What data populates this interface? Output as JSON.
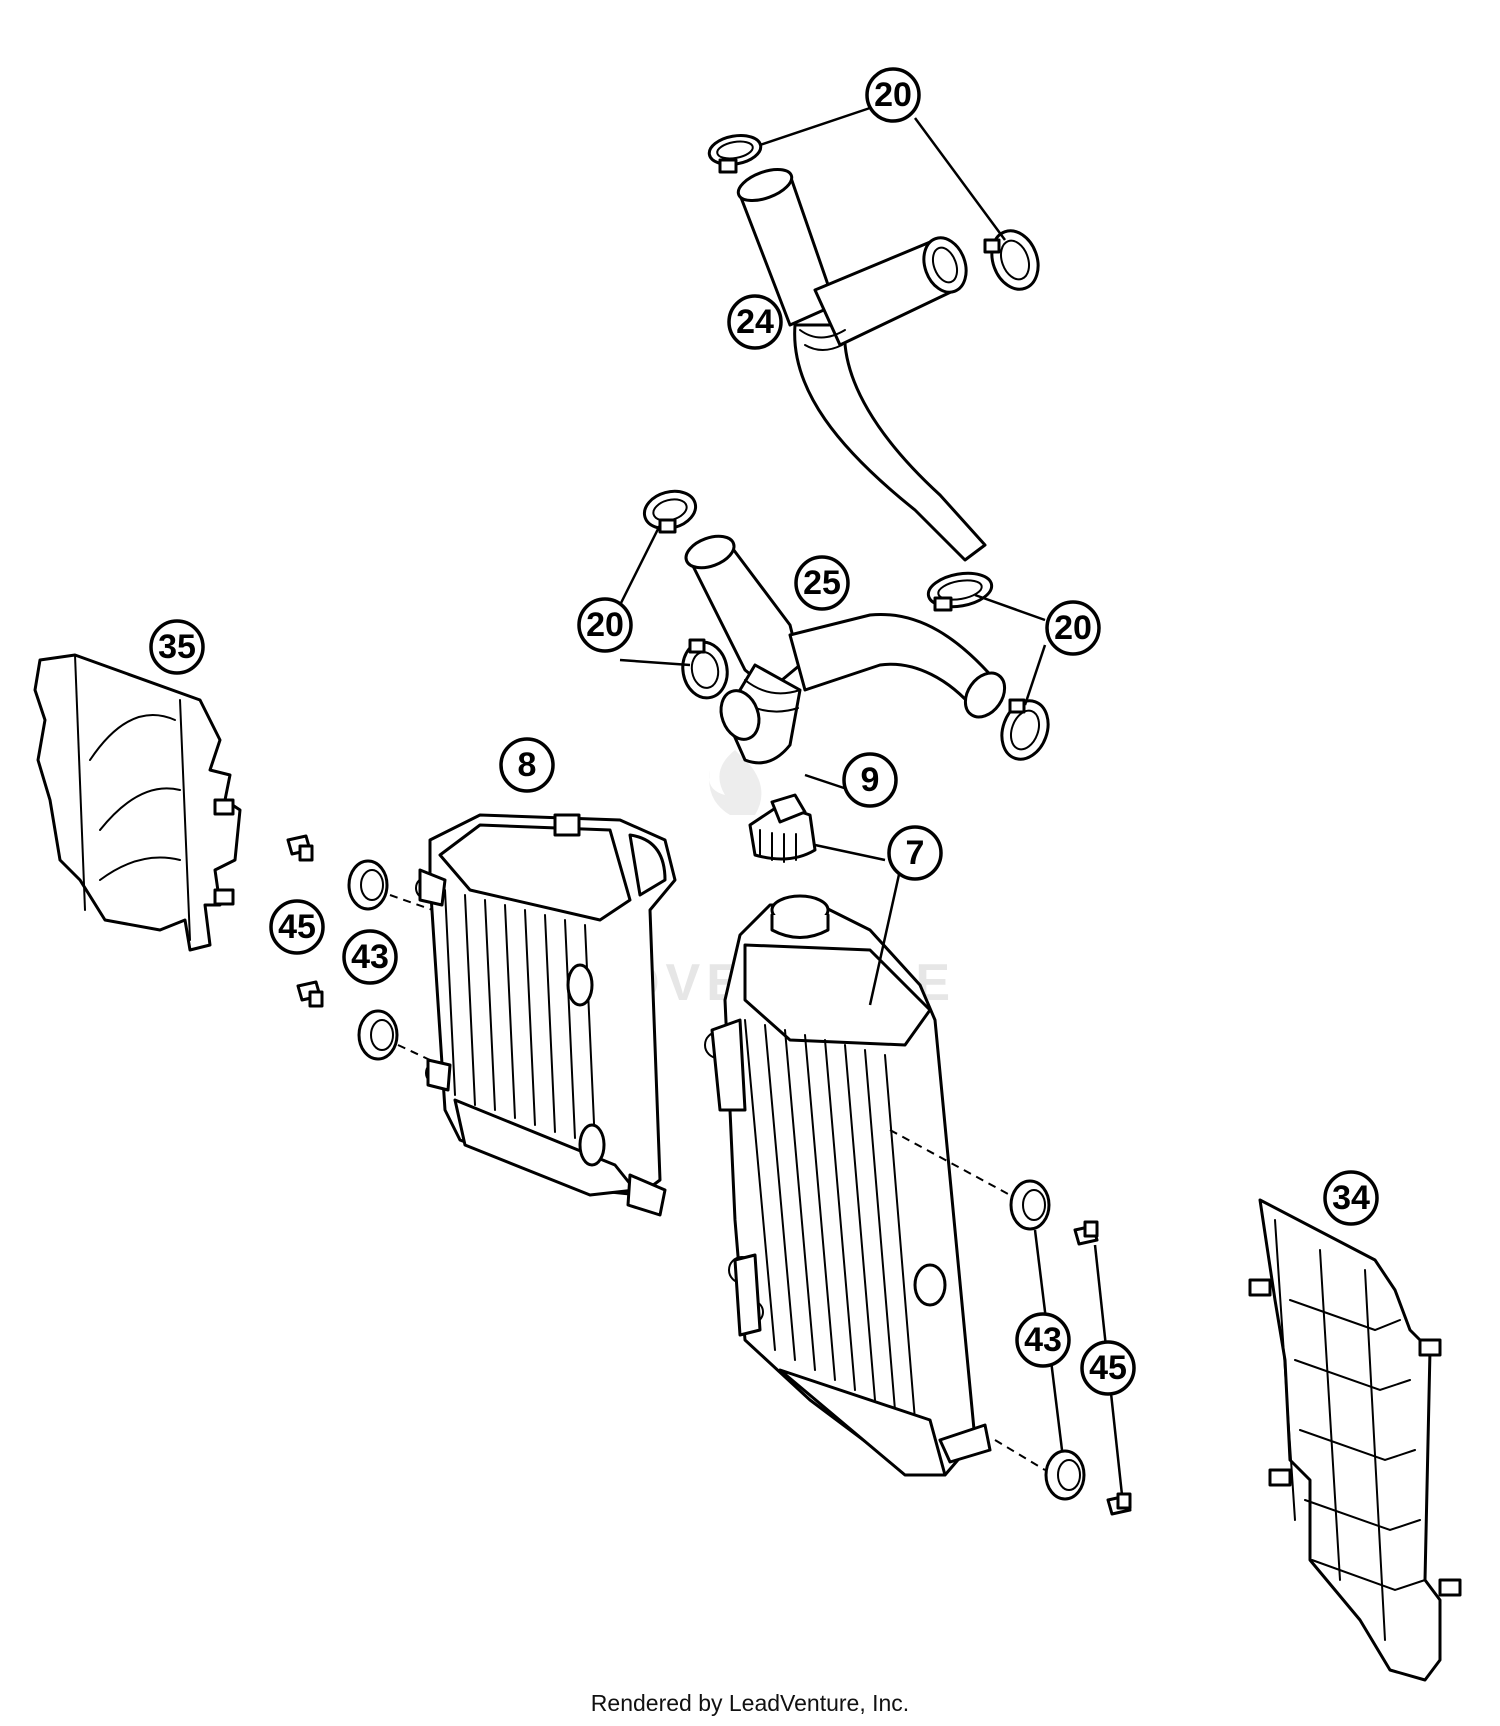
{
  "diagram": {
    "callouts": {
      "c20a": "20",
      "c20b": "20",
      "c20c": "20",
      "c24": "24",
      "c25": "25",
      "c35": "35",
      "c8": "8",
      "c9": "9",
      "c7": "7",
      "c45a": "45",
      "c43a": "43",
      "c43b": "43",
      "c45b": "45",
      "c34": "34"
    },
    "watermark": "LEADVENTURE"
  },
  "footer": {
    "credit": "Rendered by LeadVenture, Inc."
  }
}
